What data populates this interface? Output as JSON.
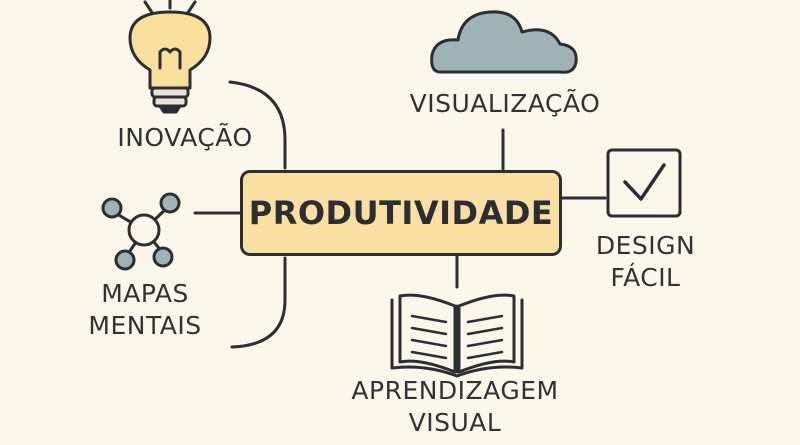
{
  "central_topic": "PRODUTIVIDADE",
  "nodes": {
    "inovacao": {
      "label": "INOVAÇÃO",
      "icon": "lightbulb-icon"
    },
    "visualizacao": {
      "label": "VISUALIZAÇÃO",
      "icon": "cloud-icon"
    },
    "mapas_mentais": {
      "line1": "MAPAS",
      "line2": "MENTAIS",
      "icon": "network-nodes-icon"
    },
    "design_facil": {
      "line1": "DESIGN",
      "line2": "FÁCIL",
      "icon": "checkbox-check-icon"
    },
    "aprendizagem_visual": {
      "line1": "APRENDIZAGEM",
      "line2": "VISUAL",
      "icon": "open-book-icon"
    }
  },
  "colors": {
    "background": "#fbf6ea",
    "center_fill": "#fadfa2",
    "bulb_fill": "#f8df9c",
    "cloud_fill": "#9fb3b6",
    "node_fill": "#9fb3b6",
    "stroke": "#2b2e33"
  }
}
